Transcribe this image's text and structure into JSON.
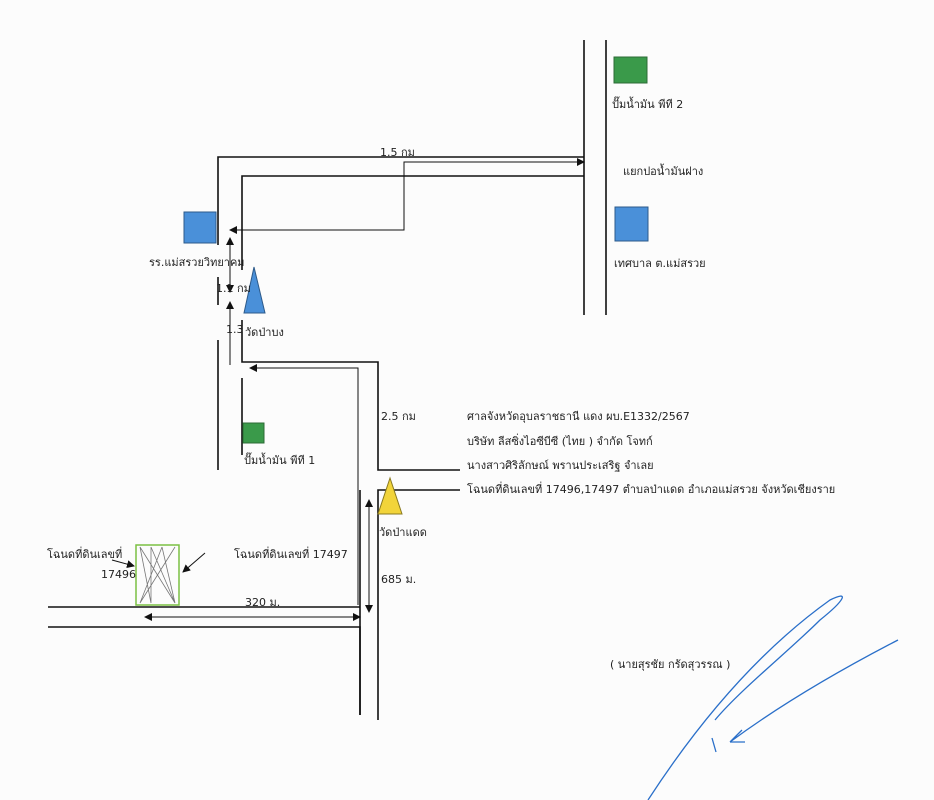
{
  "labels": {
    "distance_top": "1.5 กม",
    "junction": "แยกปอน้ำมันฝาง",
    "gas_station_2": "ปั๊มน้ำมัน พีที 2",
    "municipality": "เทศบาล ต.แม่สรวย",
    "school": "รร.แม่สรวยวิทยาคม",
    "distance_1_1": "1.1 กม",
    "distance_1_3": "1.3",
    "temple_pa_bong": "วัดป่าบง",
    "gas_station_1": "ปั๊มน้ำมัน พีที 1",
    "distance_2_5": "2.5 กม",
    "temple_pa_daet": "วัดป่าแดด",
    "distance_685": "685 ม.",
    "distance_320": "320 ม.",
    "deed_17496_line1": "โฉนดที่ดินเลขที่",
    "deed_17496_line2": "17496",
    "deed_17497": "โฉนดที่ดินเลขที่ 17497",
    "signer": "( นายสุรชัย กรัดสุวรรณ )"
  },
  "case_info": [
    "ศาลจังหวัดอุบลราชธานี แดง ผบ.E1332/2567",
    "บริษัท ลีสซิ่งไอซีบีซี (ไทย )  จำกัด  โจทก์",
    "นางสาวศิริลักษณ์ พรานประเสริฐ  จำเลย",
    "โฉนดที่ดินเลขที่ 17496,17497 ตำบลป่าแดด อำเภอแม่สรวย จังหวัดเชียงราย"
  ],
  "colors": {
    "blue": "#4a90d9",
    "green": "#3a9a4a",
    "yellow": "#f2d43a",
    "signature": "#2a6fc9"
  }
}
